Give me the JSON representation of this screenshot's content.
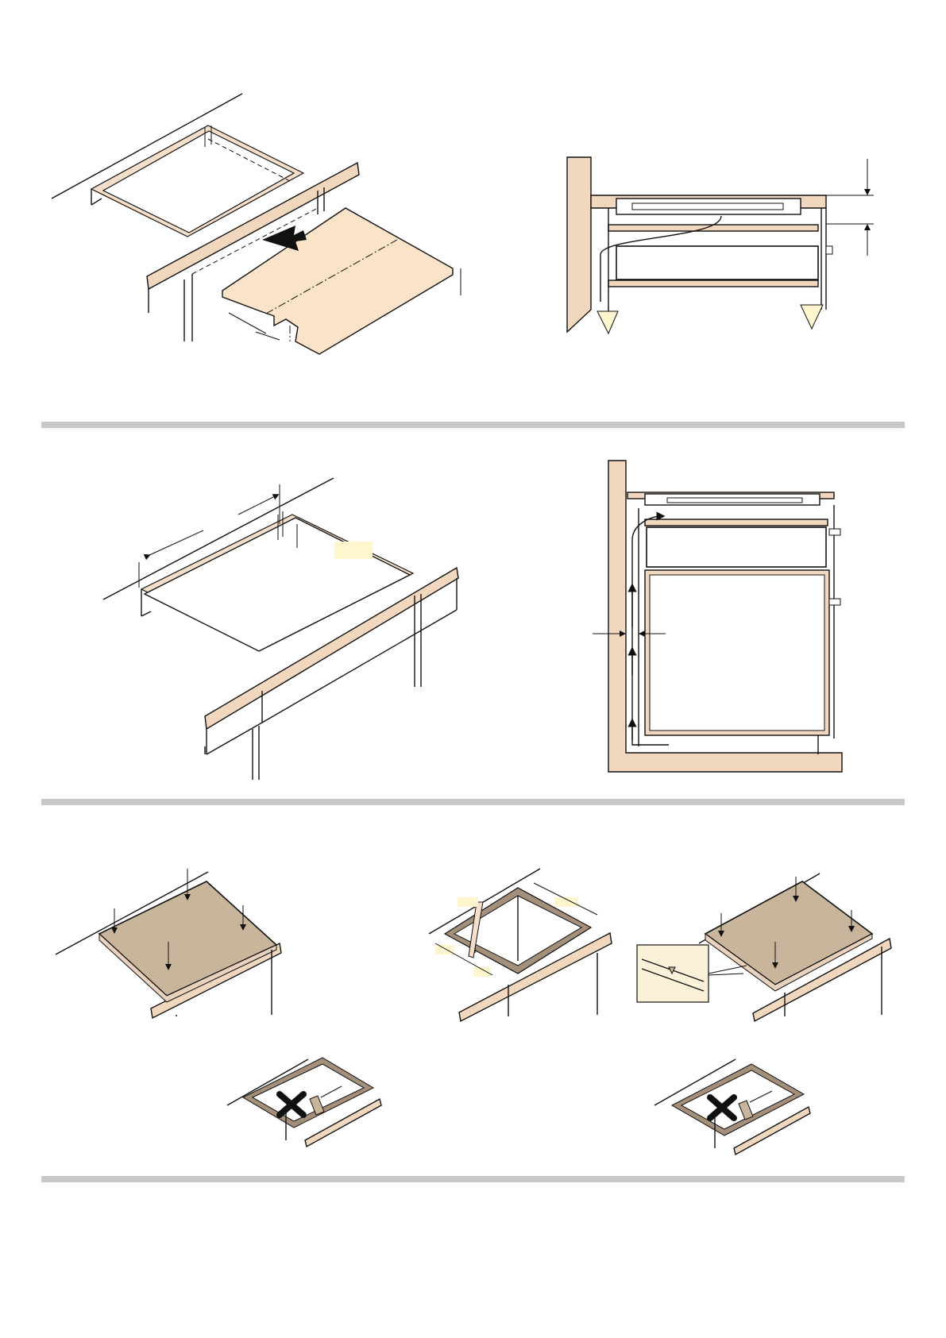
{
  "page": {
    "footer_text": "",
    "colors": {
      "worktop": "#f2d7bf",
      "board": "#fbe3c9",
      "hob": "#c9b49c",
      "label_placeholder": "#fff6cf",
      "separator": "#c8c8c8",
      "line": "#111111"
    }
  },
  "figures": [
    {
      "name": "worktop-cutout-with-protective-board",
      "row": 1
    },
    {
      "name": "oven-cabinet-side-section",
      "row": 1
    },
    {
      "name": "worktop-cutout-dimensions",
      "row": 2
    },
    {
      "name": "tall-cabinet-ventilation-section",
      "row": 2
    },
    {
      "name": "hob-insertion-pressing",
      "row": 3
    },
    {
      "name": "seal-cutout-edges",
      "row": 3
    },
    {
      "name": "hob-insertion-seal-detail",
      "row": 3
    },
    {
      "name": "no-screwdriver-warning-left",
      "row": 4,
      "icon": "cross-icon"
    },
    {
      "name": "no-screwdriver-warning-right",
      "row": 4,
      "icon": "cross-icon"
    }
  ]
}
